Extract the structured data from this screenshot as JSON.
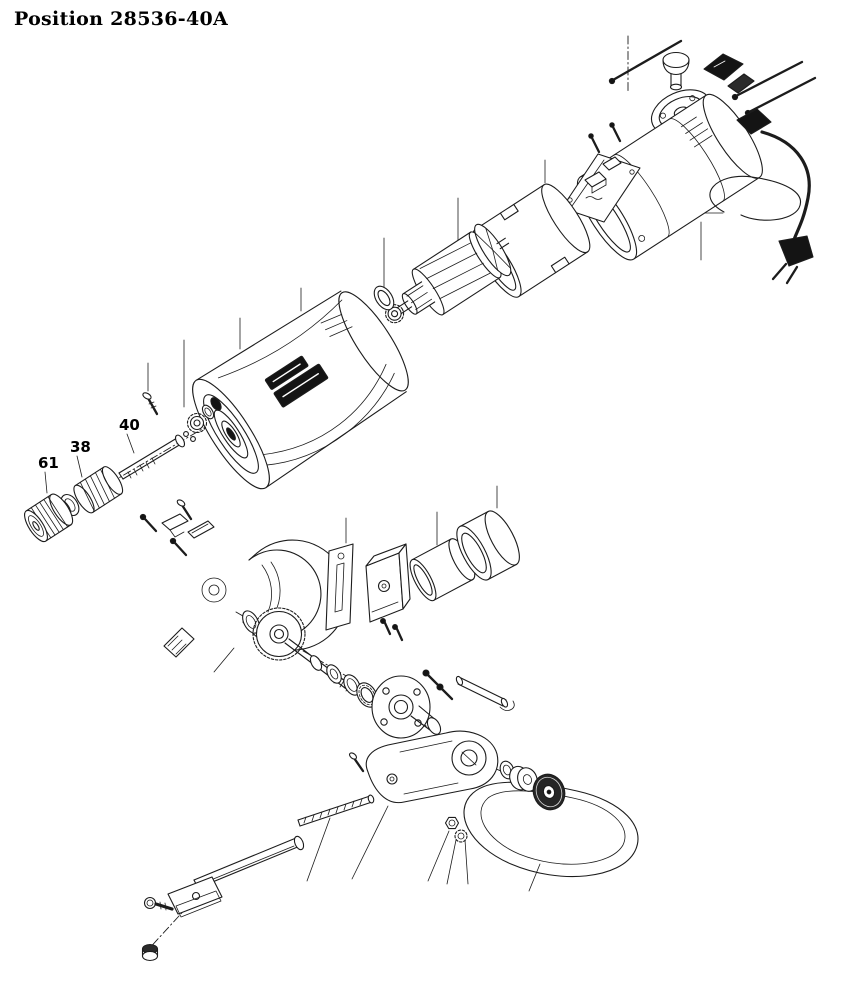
{
  "header": {
    "title": "Position 28536-40A"
  },
  "callouts": [
    {
      "label": "61"
    },
    {
      "label": "38"
    },
    {
      "label": "40"
    }
  ],
  "colors": {
    "line": "#1c1c1c",
    "background": "#ffffff",
    "dark": "#141414"
  }
}
